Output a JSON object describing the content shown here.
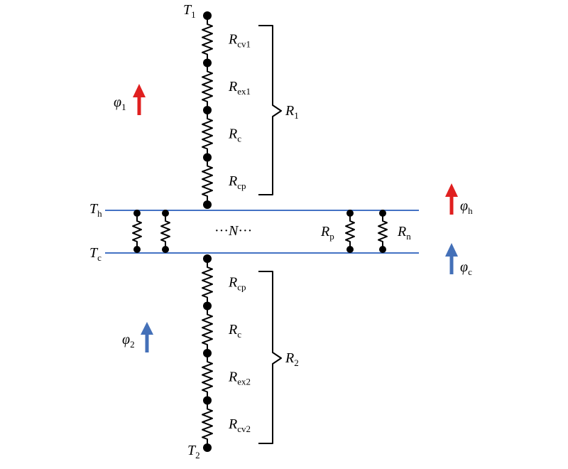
{
  "colors": {
    "wire": "#000000",
    "bus": "#4472C4",
    "hot_arrow": "#E02020",
    "cold_arrow": "#4470B8"
  },
  "labels": {
    "t1": {
      "main": "T",
      "sub": "1"
    },
    "t2": {
      "main": "T",
      "sub": "2"
    },
    "th": {
      "main": "T",
      "sub": "h"
    },
    "tc": {
      "main": "T",
      "sub": "c"
    },
    "phi1": {
      "main": "φ",
      "sub": "1"
    },
    "phi2": {
      "main": "φ",
      "sub": "2"
    },
    "phih": {
      "main": "φ",
      "sub": "h"
    },
    "phic": {
      "main": "φ",
      "sub": "c"
    },
    "r1": {
      "main": "R",
      "sub": "1"
    },
    "r2": {
      "main": "R",
      "sub": "2"
    },
    "rp": {
      "main": "R",
      "sub": "p"
    },
    "rn": {
      "main": "R",
      "sub": "n"
    },
    "n_dots_left": "···",
    "n_main": "N",
    "n_dots_right": "···"
  },
  "upper_chain": [
    {
      "main": "R",
      "sub": "cv1"
    },
    {
      "main": "R",
      "sub": "ex1"
    },
    {
      "main": "R",
      "sub": "c"
    },
    {
      "main": "R",
      "sub": "cp"
    }
  ],
  "lower_chain": [
    {
      "main": "R",
      "sub": "cp"
    },
    {
      "main": "R",
      "sub": "c"
    },
    {
      "main": "R",
      "sub": "ex2"
    },
    {
      "main": "R",
      "sub": "cv2"
    }
  ]
}
